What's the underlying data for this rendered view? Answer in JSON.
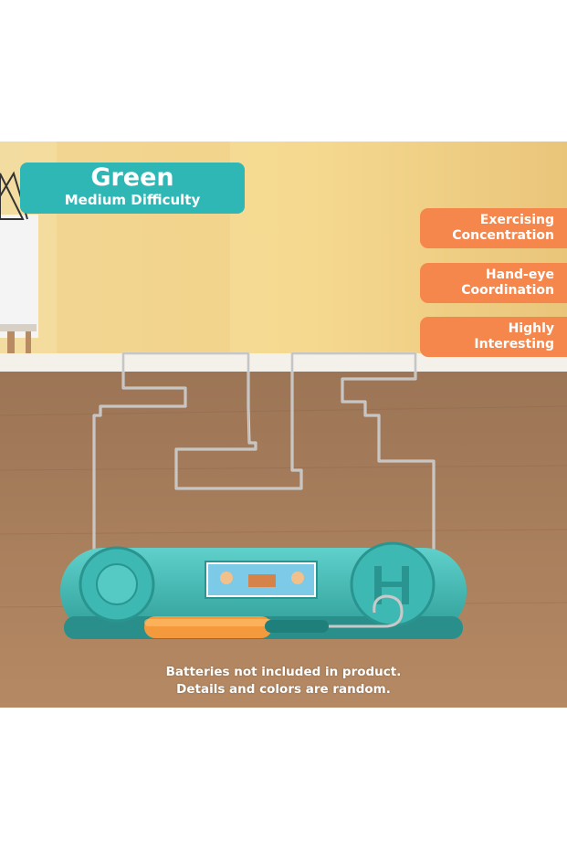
{
  "badge": {
    "title": "Green",
    "subtitle": "Medium Difficulty",
    "color": "#2eb7b5"
  },
  "features": [
    {
      "line1": "Exercising",
      "line2": "Concentration"
    },
    {
      "line1": "Hand-eye",
      "line2": "Coordination"
    },
    {
      "line1": "Highly",
      "line2": "Interesting"
    }
  ],
  "feature_color": "#f5874c",
  "caption": {
    "line1": "Batteries not included in product.",
    "line2": "Details and colors are random."
  },
  "product_colors": {
    "base": "#47c2bd",
    "handle": "#f59a3c",
    "wire": "#d8d8d8"
  }
}
